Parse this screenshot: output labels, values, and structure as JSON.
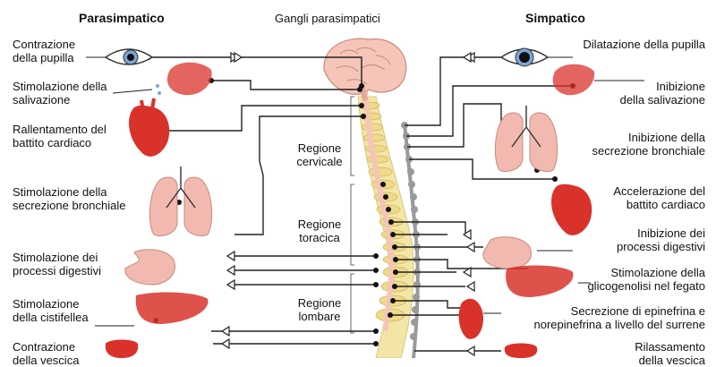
{
  "headers": {
    "left": "Parasimpatico",
    "center": "Gangli parasimpatici",
    "right": "Simpatico"
  },
  "regions": [
    {
      "line1": "Regione",
      "line2": "cervicale"
    },
    {
      "line1": "Regione",
      "line2": "toracica"
    },
    {
      "line1": "Regione",
      "line2": "lombare"
    }
  ],
  "left_labels": [
    {
      "line1": "Contrazione",
      "line2": "della pupilla"
    },
    {
      "line1": "Stimolazione della",
      "line2": "salivazione"
    },
    {
      "line1": "Rallentamento del",
      "line2": "battito cardiaco"
    },
    {
      "line1": "Stimolazione della",
      "line2": "secrezione bronchiale"
    },
    {
      "line1": "Stimolazione dei",
      "line2": "processi digestivi"
    },
    {
      "line1": "Stimolazione",
      "line2": "della cistifellea"
    },
    {
      "line1": "Contrazione",
      "line2": "della vescica"
    }
  ],
  "right_labels": [
    {
      "line1": "Dilatazione della pupilla",
      "line2": ""
    },
    {
      "line1": "Inibizione",
      "line2": "della salivazione"
    },
    {
      "line1": "Inibizione della",
      "line2": "secrezione bronchiale"
    },
    {
      "line1": "Accelerazione del",
      "line2": "battito cardiaco"
    },
    {
      "line1": "Inibizione dei",
      "line2": "processi digestivi"
    },
    {
      "line1": "Stimolazione della",
      "line2": "glicogenolisi nel fegato"
    },
    {
      "line1": "Secrezione di epinefrina e",
      "line2": "norepinefrina a livello del surrene"
    },
    {
      "line1": "Rilassamento",
      "line2": "della vescica"
    }
  ],
  "colors": {
    "organ_red": "#d9322b",
    "organ_pink": "#f2b9b0",
    "spine_yellow": "#f3e5a6",
    "cord_pink": "#f4c5b8",
    "ganglia_gray": "#9a9a9a",
    "line": "#222222"
  }
}
